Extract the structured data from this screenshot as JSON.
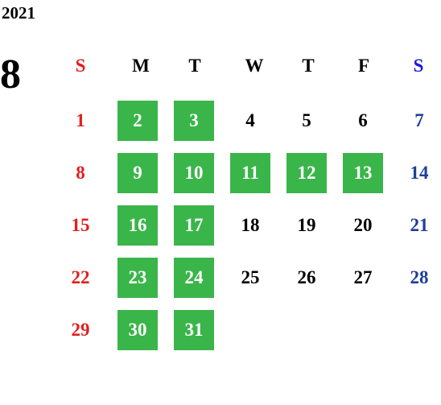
{
  "year": "2021",
  "month": "8",
  "weekdays": [
    "S",
    "M",
    "T",
    "W",
    "T",
    "F",
    "S"
  ],
  "colors": {
    "holiday_green": "#3ab54a",
    "sunday_red": "#e02020",
    "saturday_blue": "#1e3f99",
    "text": "#000000"
  },
  "weeks": [
    [
      "1",
      "2",
      "3",
      "4",
      "5",
      "6",
      "7"
    ],
    [
      "8",
      "9",
      "10",
      "11",
      "12",
      "13",
      "14"
    ],
    [
      "15",
      "16",
      "17",
      "18",
      "19",
      "20",
      "21"
    ],
    [
      "22",
      "23",
      "24",
      "25",
      "26",
      "27",
      "28"
    ],
    [
      "29",
      "30",
      "31",
      "",
      "",
      "",
      ""
    ]
  ],
  "highlighted_days": [
    "2",
    "3",
    "9",
    "10",
    "11",
    "12",
    "13",
    "16",
    "17",
    "23",
    "24",
    "30",
    "31"
  ]
}
